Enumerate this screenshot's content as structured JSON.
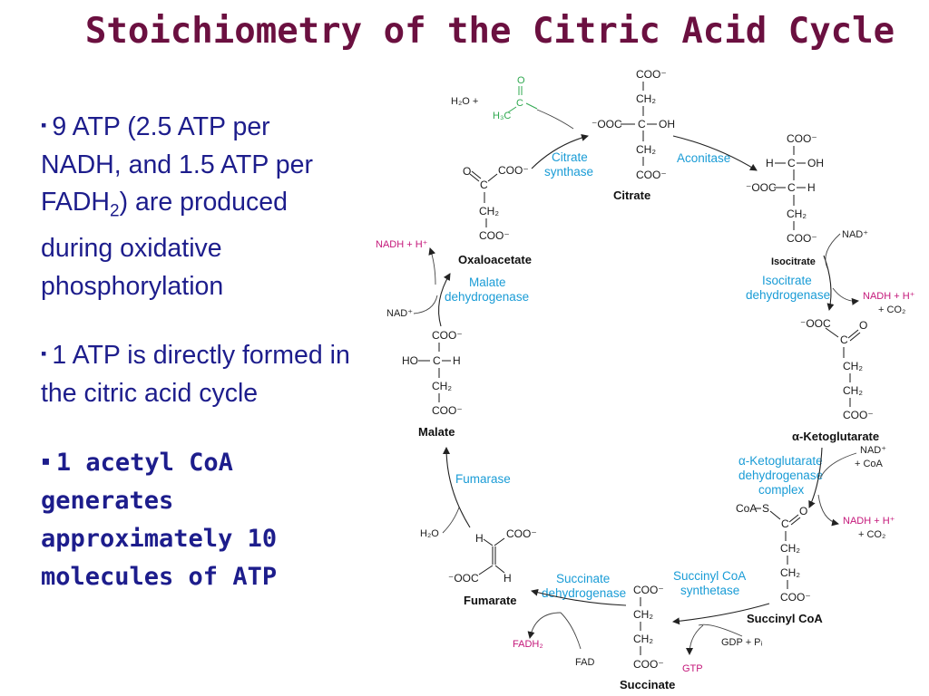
{
  "slide": {
    "title": "Stoichiometry of the Citric Acid Cycle",
    "bullets": [
      {
        "pre": "9 ATP (2.5 ATP per NADH, and 1.5 ATP per FADH",
        "sub": "2",
        "post": ") are produced during oxidative phosphorylation"
      },
      {
        "text": "1 ATP is directly formed in the citric acid cycle"
      },
      {
        "text": "1 acetyl CoA generates approximately 10 molecules of ATP"
      }
    ],
    "bullet_marker": "▪"
  },
  "molecules": {
    "citrate": "Citrate",
    "isocitrate": "Isocitrate",
    "ketoglutarate": "α-Ketoglutarate",
    "succinyl_coa": "Succinyl CoA",
    "succinate": "Succinate",
    "fumarate": "Fumarate",
    "malate": "Malate",
    "oxaloacetate": "Oxaloacetate"
  },
  "enzymes": {
    "citrate_synthase": [
      "Citrate",
      "synthase"
    ],
    "aconitase": "Aconitase",
    "isocitrate_dh": [
      "Isocitrate",
      "dehydrogenase"
    ],
    "akg_dh": [
      "α-Ketoglutarate",
      "dehydrogenase",
      "complex"
    ],
    "succinyl_coa_synthetase": [
      "Succinyl CoA",
      "synthetase"
    ],
    "succinate_dh": [
      "Succinate",
      "dehydrogenase"
    ],
    "fumarase": "Fumarase",
    "malate_dh": [
      "Malate",
      "dehydrogenase"
    ]
  },
  "cofactors": {
    "nadp": "NAD⁺",
    "nadh_h": "NADH  +  H⁺",
    "plus_co2": "+  CO₂",
    "plus_coa": "+  CoA",
    "gdp_pi": "GDP  +  Pᵢ",
    "gtp": "GTP",
    "fad": "FAD",
    "fadh2": "FADH₂",
    "h2o": "H₂O",
    "h2o_plus": "H₂O  +"
  },
  "groups": {
    "coo": "COO⁻",
    "ooc": "⁻OOC",
    "ch2": "CH₂",
    "oh": "OH",
    "h": "H",
    "c": "C",
    "o": "O",
    "ho": "HO",
    "h3c": "H₃C",
    "coa_s": "CoA",
    "s": "S"
  },
  "colors": {
    "title": "#6b1040",
    "bullet_text": "#1d1d8c",
    "enzyme": "#1a9cd6",
    "nadh": "#c4177a",
    "acetyl": "#2fa84f"
  }
}
